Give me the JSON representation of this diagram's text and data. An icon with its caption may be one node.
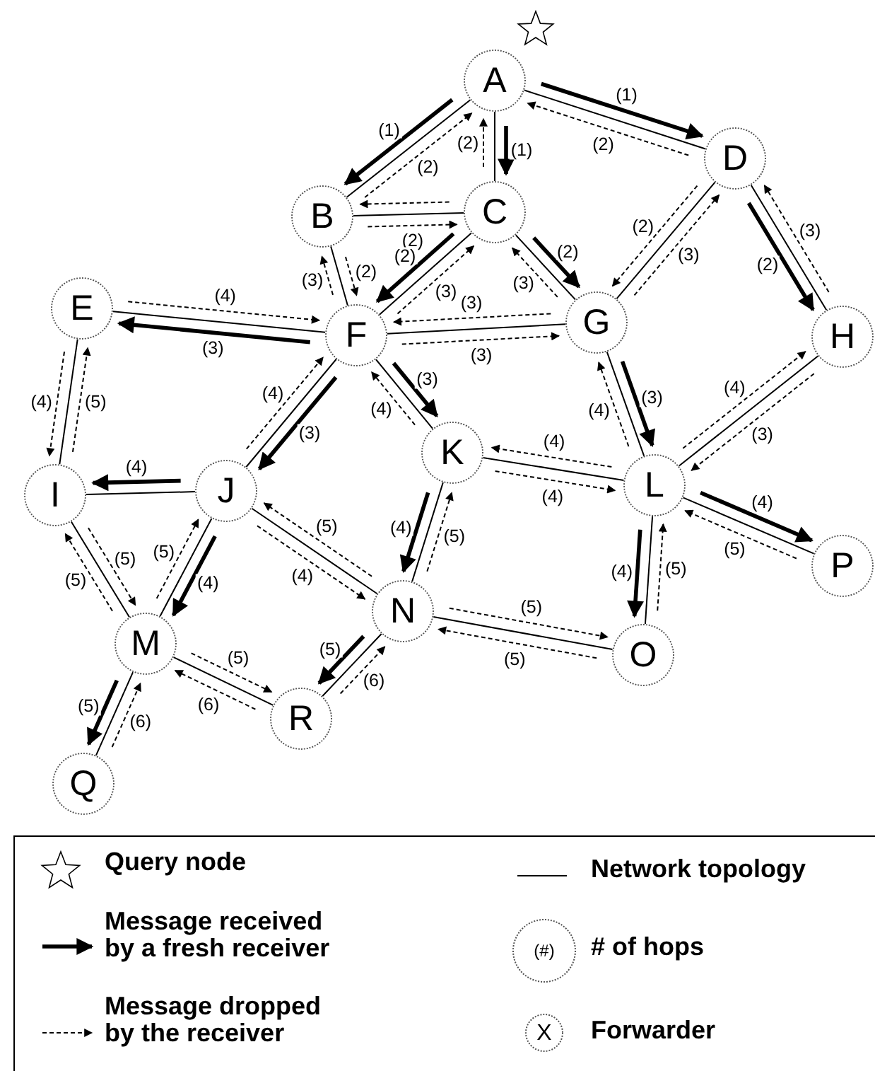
{
  "diagram": {
    "nodes": [
      {
        "text": [
          "A"
        ]
      },
      {
        "text": [
          "B"
        ]
      },
      {
        "text": [
          "C"
        ]
      },
      {
        "text": [
          "D"
        ]
      },
      {
        "text": [
          "E"
        ]
      },
      {
        "text": [
          "F"
        ]
      },
      {
        "text": [
          "G"
        ]
      },
      {
        "text": [
          "H"
        ]
      },
      {
        "text": [
          "I"
        ]
      },
      {
        "text": [
          "J"
        ]
      },
      {
        "text": [
          "K"
        ]
      },
      {
        "text": [
          "L"
        ]
      },
      {
        "text": [
          "M"
        ]
      },
      {
        "text": [
          "N"
        ]
      },
      {
        "text": [
          "O"
        ]
      },
      {
        "text": [
          "P"
        ]
      },
      {
        "text": [
          "Q"
        ]
      },
      {
        "text": [
          "R"
        ]
      }
    ],
    "edges": [
      {
        "from": 0,
        "to": 1,
        "arrow": "none"
      },
      {
        "from": 0,
        "to": 2,
        "arrow": "none"
      },
      {
        "from": 0,
        "to": 3,
        "arrow": "none"
      },
      {
        "from": 1,
        "to": 2,
        "arrow": "none"
      },
      {
        "from": 1,
        "to": 5,
        "arrow": "none"
      },
      {
        "from": 2,
        "to": 5,
        "arrow": "none"
      },
      {
        "from": 2,
        "to": 6,
        "arrow": "none"
      },
      {
        "from": 3,
        "to": 6,
        "arrow": "none"
      },
      {
        "from": 3,
        "to": 7,
        "arrow": "none"
      },
      {
        "from": 4,
        "to": 5,
        "arrow": "none"
      },
      {
        "from": 4,
        "to": 8,
        "arrow": "none"
      },
      {
        "from": 5,
        "to": 6,
        "arrow": "none"
      },
      {
        "from": 5,
        "to": 9,
        "arrow": "none"
      },
      {
        "from": 5,
        "to": 10,
        "arrow": "none"
      },
      {
        "from": 6,
        "to": 11,
        "arrow": "none"
      },
      {
        "from": 7,
        "to": 11,
        "arrow": "none"
      },
      {
        "from": 8,
        "to": 9,
        "arrow": "none"
      },
      {
        "from": 8,
        "to": 12,
        "arrow": "none"
      },
      {
        "from": 9,
        "to": 12,
        "arrow": "none"
      },
      {
        "from": 9,
        "to": 13,
        "arrow": "none"
      },
      {
        "from": 10,
        "to": 11,
        "arrow": "none"
      },
      {
        "from": 10,
        "to": 13,
        "arrow": "none"
      },
      {
        "from": 11,
        "to": 14,
        "arrow": "none"
      },
      {
        "from": 11,
        "to": 15,
        "arrow": "none"
      },
      {
        "from": 13,
        "to": 14,
        "arrow": "none"
      },
      {
        "from": 12,
        "to": 17,
        "arrow": "none"
      },
      {
        "from": 13,
        "to": 17,
        "arrow": "none"
      },
      {
        "from": 12,
        "to": 16,
        "arrow": "none"
      },
      {
        "from": 0,
        "to": 3,
        "arrow": "to",
        "style": "thick",
        "label": "(1)"
      },
      {
        "from": 3,
        "to": 0,
        "arrow": "to",
        "style": "dashed",
        "label": "(2)"
      },
      {
        "from": 0,
        "to": 1,
        "arrow": "to",
        "style": "thick",
        "label": "(1)"
      },
      {
        "from": 1,
        "to": 0,
        "arrow": "to",
        "style": "dashed",
        "label": "(2)"
      },
      {
        "from": 0,
        "to": 2,
        "arrow": "to",
        "style": "thick",
        "label": "(1)"
      },
      {
        "from": 2,
        "to": 0,
        "arrow": "to",
        "style": "dashed",
        "label": "(2)"
      },
      {
        "from": 2,
        "to": 1,
        "arrow": "to",
        "style": "dashed"
      },
      {
        "from": 1,
        "to": 2,
        "arrow": "to",
        "style": "dashed",
        "label": "(2)"
      },
      {
        "from": 1,
        "to": 5,
        "arrow": "to",
        "style": "dashed",
        "label": "(2)"
      },
      {
        "from": 5,
        "to": 1,
        "arrow": "to",
        "style": "dashed",
        "label": "(3)"
      },
      {
        "from": 2,
        "to": 5,
        "arrow": "to",
        "style": "thick",
        "label": "(2)"
      },
      {
        "from": 5,
        "to": 2,
        "arrow": "to",
        "style": "dashed",
        "label": "(3)"
      },
      {
        "from": 2,
        "to": 6,
        "arrow": "to",
        "style": "thick",
        "label": "(2)"
      },
      {
        "from": 6,
        "to": 2,
        "arrow": "to",
        "style": "dashed",
        "label": "(3)"
      },
      {
        "from": 6,
        "to": 5,
        "arrow": "to",
        "style": "dashed",
        "label": "(3)"
      },
      {
        "from": 5,
        "to": 6,
        "arrow": "to",
        "style": "dashed",
        "label": "(3)"
      },
      {
        "from": 3,
        "to": 6,
        "arrow": "to",
        "style": "dashed",
        "label": "(2)"
      },
      {
        "from": 6,
        "to": 3,
        "arrow": "to",
        "style": "dashed",
        "label": "(3)"
      },
      {
        "from": 3,
        "to": 7,
        "arrow": "to",
        "style": "thick",
        "label": "(2)"
      },
      {
        "from": 7,
        "to": 3,
        "arrow": "to",
        "style": "dashed",
        "label": "(3)"
      },
      {
        "from": 5,
        "to": 4,
        "arrow": "to",
        "style": "thick",
        "label": "(3)"
      },
      {
        "from": 4,
        "to": 5,
        "arrow": "to",
        "style": "dashed",
        "label": "(4)"
      },
      {
        "from": 4,
        "to": 8,
        "arrow": "to",
        "style": "dashed",
        "label": "(4)"
      },
      {
        "from": 8,
        "to": 4,
        "arrow": "to",
        "style": "dashed",
        "label": "(5)"
      },
      {
        "from": 5,
        "to": 9,
        "arrow": "to",
        "style": "thick",
        "label": "(3)"
      },
      {
        "from": 9,
        "to": 5,
        "arrow": "to",
        "style": "dashed",
        "label": "(4)"
      },
      {
        "from": 5,
        "to": 10,
        "arrow": "to",
        "style": "thick",
        "label": "(3)"
      },
      {
        "from": 10,
        "to": 5,
        "arrow": "to",
        "style": "dashed",
        "label": "(4)"
      },
      {
        "from": 6,
        "to": 11,
        "arrow": "to",
        "style": "thick",
        "label": "(3)"
      },
      {
        "from": 11,
        "to": 6,
        "arrow": "to",
        "style": "dashed",
        "label": "(4)"
      },
      {
        "from": 7,
        "to": 11,
        "arrow": "to",
        "style": "dashed",
        "label": "(3)"
      },
      {
        "from": 11,
        "to": 7,
        "arrow": "to",
        "style": "dashed",
        "label": "(4)"
      },
      {
        "from": 9,
        "to": 8,
        "arrow": "to",
        "style": "thick",
        "label": "(4)"
      },
      {
        "from": 11,
        "to": 10,
        "arrow": "to",
        "style": "dashed",
        "label": "(4)"
      },
      {
        "from": 10,
        "to": 11,
        "arrow": "to",
        "style": "dashed",
        "label": "(4)"
      },
      {
        "from": 10,
        "to": 13,
        "arrow": "to",
        "style": "thick",
        "label": "(4)"
      },
      {
        "from": 13,
        "to": 10,
        "arrow": "to",
        "style": "dashed",
        "label": "(5)"
      },
      {
        "from": 9,
        "to": 13,
        "arrow": "to",
        "style": "dashed",
        "label": "(4)"
      },
      {
        "from": 13,
        "to": 9,
        "arrow": "to",
        "style": "dashed",
        "label": "(5)"
      },
      {
        "from": 9,
        "to": 12,
        "arrow": "to",
        "style": "thick",
        "label": "(4)"
      },
      {
        "from": 12,
        "to": 9,
        "arrow": "to",
        "style": "dashed",
        "label": "(5)"
      },
      {
        "from": 8,
        "to": 12,
        "arrow": "to",
        "style": "dashed",
        "label": "(5)"
      },
      {
        "from": 12,
        "to": 8,
        "arrow": "to",
        "style": "dashed",
        "label": "(5)"
      },
      {
        "from": 11,
        "to": 14,
        "arrow": "to",
        "style": "thick",
        "label": "(4)"
      },
      {
        "from": 14,
        "to": 11,
        "arrow": "to",
        "style": "dashed",
        "label": "(5)"
      },
      {
        "from": 11,
        "to": 15,
        "arrow": "to",
        "style": "thick",
        "label": "(4)"
      },
      {
        "from": 15,
        "to": 11,
        "arrow": "to",
        "style": "dashed",
        "label": "(5)"
      },
      {
        "from": 13,
        "to": 14,
        "arrow": "to",
        "style": "dashed",
        "label": "(5)"
      },
      {
        "from": 14,
        "to": 13,
        "arrow": "to",
        "style": "dashed",
        "label": "(5)"
      },
      {
        "from": 12,
        "to": 17,
        "arrow": "to",
        "style": "dashed",
        "label": "(5)"
      },
      {
        "from": 17,
        "to": 12,
        "arrow": "to",
        "style": "dashed",
        "label": "(6)"
      },
      {
        "from": 13,
        "to": 17,
        "arrow": "to",
        "style": "thick",
        "label": "(5)"
      },
      {
        "from": 17,
        "to": 13,
        "arrow": "to",
        "style": "dashed",
        "label": "(6)"
      },
      {
        "from": 12,
        "to": 16,
        "arrow": "to",
        "style": "thick",
        "label": "(5)"
      },
      {
        "from": 16,
        "to": 12,
        "arrow": "to",
        "style": "dashed",
        "label": "(6)"
      }
    ],
    "labels": [
      "(#)",
      "X"
    ],
    "legend": [
      {
        "text": "Query node"
      },
      {
        "text": "Network topology"
      },
      {
        "text": "Message received by a fresh receiver"
      },
      {
        "text": "# of hops"
      },
      {
        "text": "Message dropped by the receiver"
      },
      {
        "text": "Forwarder"
      }
    ]
  }
}
